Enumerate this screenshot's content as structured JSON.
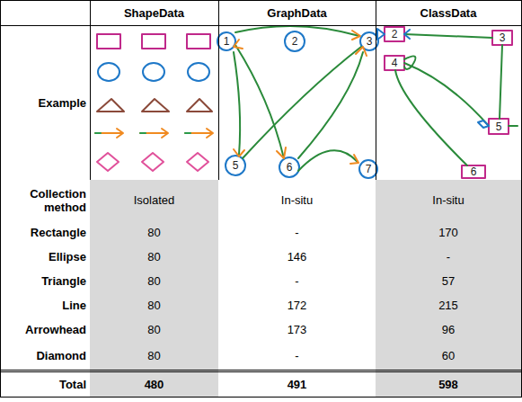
{
  "diagram": {
    "labels": [
      "ShapeData",
      "GraphData",
      "ClassData",
      "Example",
      "1",
      "2",
      "3",
      "5",
      "6",
      "7",
      "2",
      "3",
      "4",
      "5",
      "6",
      "Collection method",
      "Isolated",
      "In-situ",
      "In-situ",
      "Rectangle",
      "80",
      "-",
      "170",
      "Ellipse",
      "80",
      "146",
      "-",
      "Triangle",
      "80",
      "-",
      "57",
      "Line",
      "80",
      "172",
      "215",
      "Arrowhead",
      "80",
      "173",
      "96",
      "Diamond",
      "80",
      "-",
      "60",
      "Total",
      "480",
      "491",
      "598"
    ]
  }
}
